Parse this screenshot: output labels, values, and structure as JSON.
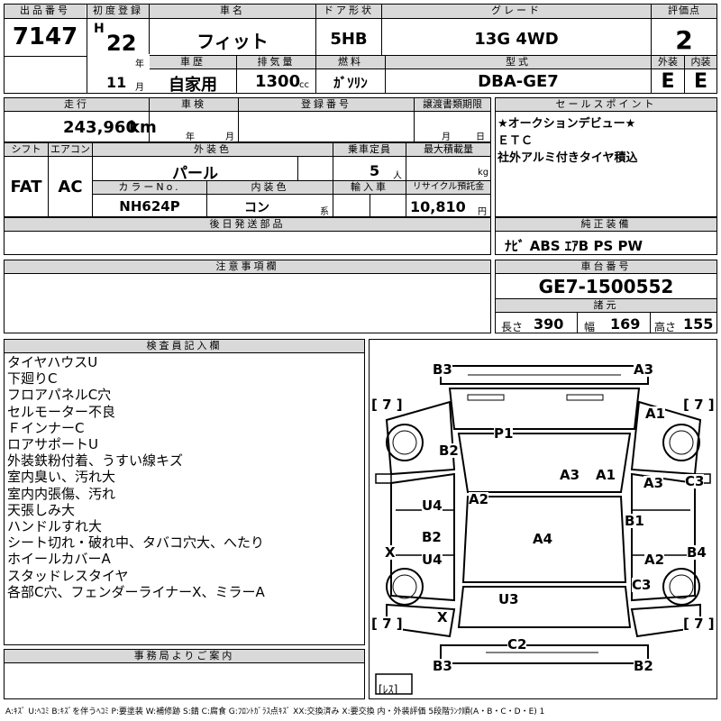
{
  "header": {
    "lot_label": "出品番号",
    "lot_value": "7147",
    "first_reg_label": "初度登録",
    "era": "H",
    "year": "22",
    "year_unit": "年",
    "month": "11",
    "month_unit": "月",
    "name_label": "車名",
    "name_value": "フィット",
    "door_label": "ドア形状",
    "door_value": "5HB",
    "grade_label": "グレード",
    "grade_value": "13G 4WD",
    "score_label": "評価点",
    "score_value": "2",
    "history_label": "車歴",
    "history_value": "自家用",
    "displacement_label": "排気量",
    "displacement_value": "1300",
    "displacement_unit": "cc",
    "fuel_label": "燃料",
    "fuel_value": "ｶﾞｿﾘﾝ",
    "model_label": "型式",
    "model_value": "DBA-GE7",
    "exterior_label": "外装",
    "exterior_value": "E",
    "interior_label": "内装",
    "interior_value": "E"
  },
  "row2": {
    "mileage_label": "走行",
    "mileage_value": "243,960",
    "mileage_unit": "km",
    "inspection_label": "車検",
    "year_unit": "年",
    "month_unit": "月",
    "day_unit": "日",
    "reg_label": "登録番号",
    "transfer_label": "譲渡書類期限"
  },
  "row3": {
    "shift_label": "シフト",
    "shift_value": "FAT",
    "ac_label": "エアコン",
    "ac_value": "AC",
    "color_label": "外装色",
    "color_value": "パール",
    "capacity_label": "乗車定員",
    "capacity_value": "5",
    "capacity_unit": "人",
    "load_label": "最大積載量",
    "load_unit": "kg",
    "color_no_label": "カラーNo.",
    "color_no_value": "NH624P",
    "int_color_label": "内装色",
    "int_color_value": "コン",
    "int_color_unit": "系",
    "import_label": "輸入車",
    "recycle_label": "リサイクル預託金",
    "recycle_value": "10,810",
    "recycle_unit": "円"
  },
  "sales": {
    "label": "セールスポイント",
    "lines": [
      "★オークションデビュー★",
      "ＥＴＣ",
      "社外アルミ付きタイヤ積込"
    ]
  },
  "later_parts_label": "後日発送部品",
  "equipment": {
    "label": "純正装備",
    "value": "ﾅﾋﾞ ABS ｴｱB PS PW"
  },
  "notes_label": "注意事項欄",
  "chassis": {
    "label": "車台番号",
    "value": "GE7-1500552"
  },
  "specs": {
    "label": "諸元",
    "length_label": "長さ",
    "length_value": "390",
    "width_label": "幅",
    "width_value": "169",
    "height_label": "高さ",
    "height_value": "155"
  },
  "inspector": {
    "label": "検査員記入欄",
    "lines": [
      "タイヤハウスU",
      "下廻りC",
      "フロアパネルC穴",
      "セルモーター不良",
      "ＦインナーC",
      "ロアサポートU",
      "外装鉄粉付着、うすい線キズ",
      "室内臭い、汚れ大",
      "室内内張傷、汚れ",
      "天張しみ大",
      "ハンドルすれ大",
      "シート切れ・破れ中、タバコ穴大、へたり",
      "ホイールカバーA",
      "スタッドレスタイヤ",
      "各部C穴、フェンダーライナーX、ミラーA"
    ]
  },
  "office_label": "事務局よりご案内",
  "diagram": {
    "tread_fl": "[ 7 ]",
    "tread_fr": "[ 7 ]",
    "tread_rl": "[ 7 ]",
    "tread_rr": "[ 7 ]",
    "spare": "[ﾚｽ]",
    "marks": [
      "B3",
      "A3",
      "A1",
      "B2",
      "P1",
      "C3",
      "A3",
      "A1",
      "A3",
      "U4",
      "A2",
      "B1",
      "B2",
      "X",
      "A4",
      "B4",
      "U4",
      "A2",
      "C3",
      "U3",
      "X",
      "C2",
      "B3",
      "B2"
    ]
  },
  "legend": "A:ｷｽﾞ U:ﾍｺﾐ B:ｷｽﾞを伴うﾍｺﾐ P:要塗装 W:補修跡 S:錆 C:腐食 G:ﾌﾛﾝﾄｶﾞﾗｽ点ｷｽﾞ XX:交換済み X:要交換 内・外装評価 5段階ﾗﾝｸ順(A・B・C・D・E) 1"
}
